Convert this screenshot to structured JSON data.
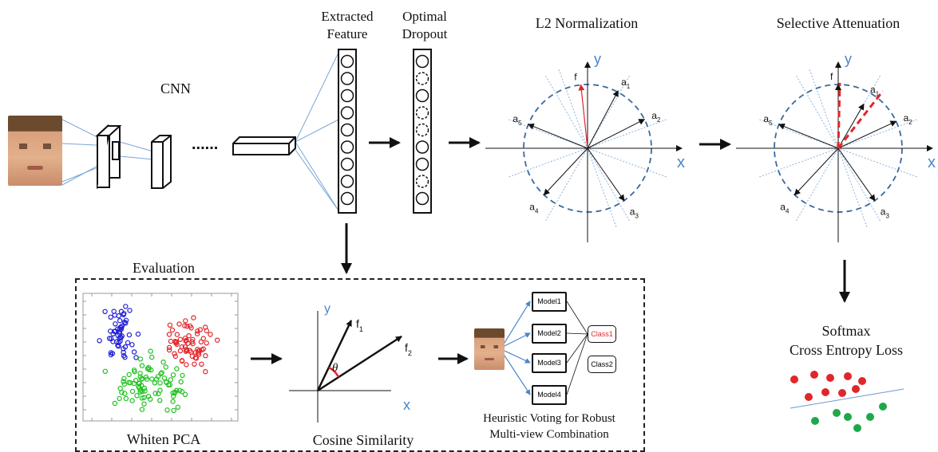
{
  "colors": {
    "accent_blue": "#2e6fbf",
    "red": "#e0262a",
    "green": "#1fa84a",
    "dashed_circle": "#3b6aa0"
  },
  "top": {
    "cnn_label": "CNN",
    "ellipsis": "......",
    "extracted_feature": [
      "Extracted",
      "Feature"
    ],
    "optimal_dropout": [
      "Optimal",
      "Dropout"
    ]
  },
  "l2": {
    "title": "L2 Normalization",
    "axis_x": "x",
    "axis_y": "y",
    "vectors": [
      {
        "label": "f",
        "sub": ""
      },
      {
        "label": "a",
        "sub": "1"
      },
      {
        "label": "a",
        "sub": "2"
      },
      {
        "label": "a",
        "sub": "3"
      },
      {
        "label": "a",
        "sub": "4"
      },
      {
        "label": "a",
        "sub": "5"
      }
    ]
  },
  "sa": {
    "title": "Selective Attenuation",
    "axis_x": "x",
    "axis_y": "y",
    "vectors": [
      {
        "label": "f",
        "sub": ""
      },
      {
        "label": "a",
        "sub": "1"
      },
      {
        "label": "a",
        "sub": "2"
      },
      {
        "label": "a",
        "sub": "3"
      },
      {
        "label": "a",
        "sub": "4"
      },
      {
        "label": "a",
        "sub": "5"
      }
    ]
  },
  "softmax": {
    "line1": "Softmax",
    "line2": "Cross Entropy Loss"
  },
  "evaluation": {
    "title": "Evaluation",
    "whiten_pca": "Whiten PCA",
    "cosine": {
      "caption": "Cosine Similarity",
      "axis_x": "x",
      "axis_y": "y",
      "f1": {
        "label": "f",
        "sub": "1"
      },
      "f2": {
        "label": "f",
        "sub": "2"
      },
      "theta": "θ"
    },
    "voting": {
      "models": [
        "Model1",
        "Model2",
        "Model3",
        "Model4"
      ],
      "class1": "Class1",
      "class2": "Class2",
      "caption": [
        "Heuristic Voting for Robust",
        "Multi-view Combination"
      ]
    }
  }
}
